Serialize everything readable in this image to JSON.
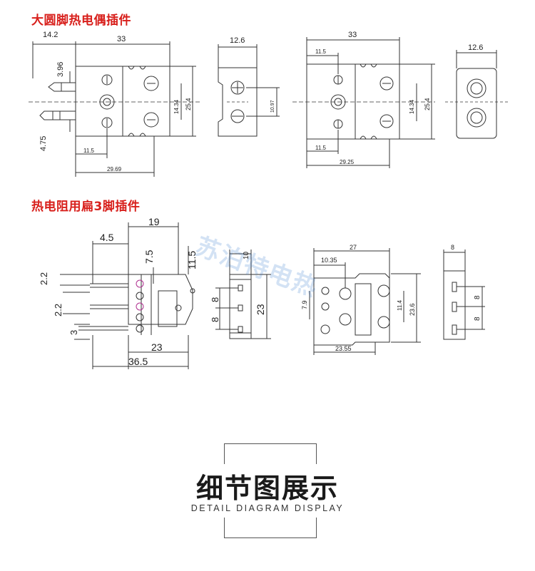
{
  "section1": {
    "title": "大圆脚热电偶插件",
    "male_dims": {
      "d1": "14.2",
      "d2": "33",
      "d3": "3.96",
      "d4": "4.75",
      "d5": "14.34",
      "d6": "25.4",
      "d7": "11.5",
      "d8": "29.69"
    },
    "plug_side": {
      "width": "12.6",
      "height": "10.97"
    },
    "female_dims": {
      "d1": "33",
      "d2": "11.5",
      "d3": "14.34",
      "d4": "25.4",
      "d5": "11.5",
      "d6": "29.25"
    },
    "socket_side": {
      "width": "12.6"
    }
  },
  "section2": {
    "title": "热电阻用扁3脚插件",
    "male_dims": {
      "d1": "19",
      "d2": "4.5",
      "d3": "7.5",
      "d4": "11.5",
      "d5": "2.2",
      "d6": "2.2",
      "d7": "3",
      "d8": "23",
      "d9": "36.5"
    },
    "side_dims": {
      "d1": "10",
      "d2": "8",
      "d3": "8",
      "d4": "23"
    },
    "female_dims": {
      "d1": "27",
      "d2": "10.35",
      "d3": "7.9",
      "d4": "11.4",
      "d5": "23.6",
      "d6": "23.55"
    },
    "socket_side": {
      "d1": "8",
      "d2": "8",
      "d3": "8"
    }
  },
  "watermark": "苏泊特电热",
  "detail": {
    "title": "细节图展示",
    "subtitle": "DETAIL DIAGRAM DISPLAY"
  },
  "colors": {
    "accent": "#d8201c",
    "line": "#333333",
    "watermark": "#3b7fd0"
  }
}
